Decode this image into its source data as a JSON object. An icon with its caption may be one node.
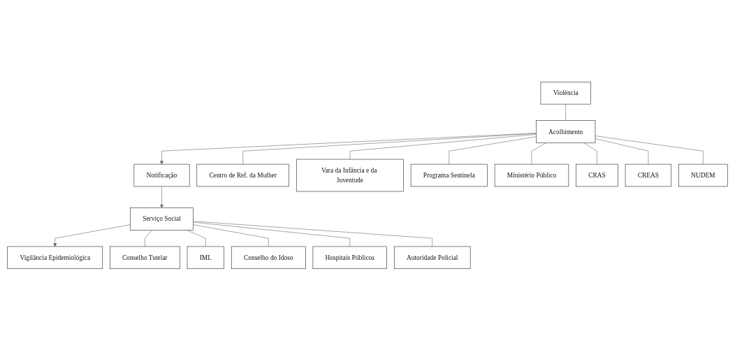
{
  "diagram": {
    "nodes": [
      {
        "text": [
          "Violência"
        ]
      },
      {
        "text": [
          "Acolhimento"
        ]
      },
      {
        "text": [
          "Notificação"
        ]
      },
      {
        "text": [
          "Serviço Social"
        ]
      },
      {
        "text": [
          "Vigilância Epidemiológica"
        ]
      },
      {
        "text": [
          "Centro de Ref. da Mulher"
        ]
      },
      {
        "text": [
          "Vara da Infância e da Juventude"
        ]
      },
      {
        "text": [
          "Programa Sentinela"
        ]
      },
      {
        "text": [
          "Ministério Público"
        ]
      },
      {
        "text": [
          "CRAS"
        ]
      },
      {
        "text": [
          "CREAS"
        ]
      },
      {
        "text": [
          "NUDEM"
        ]
      },
      {
        "text": [
          "Conselho Tutelar"
        ]
      },
      {
        "text": [
          "IML"
        ]
      },
      {
        "text": [
          "Conselho do Idoso"
        ]
      },
      {
        "text": [
          "Hospitais Públicos"
        ]
      },
      {
        "text": [
          "Autoridade Policial"
        ]
      }
    ],
    "edges": [
      {
        "from": 0,
        "to": 1,
        "arrow": "none"
      },
      {
        "from": 1,
        "to": 2,
        "arrow": "to"
      },
      {
        "from": 2,
        "to": 3,
        "arrow": "to"
      },
      {
        "from": 3,
        "to": 4,
        "arrow": "to"
      },
      {
        "from": 1,
        "to": 5,
        "arrow": "none"
      },
      {
        "from": 1,
        "to": 6,
        "arrow": "none"
      },
      {
        "from": 1,
        "to": 7,
        "arrow": "none"
      },
      {
        "from": 1,
        "to": 8,
        "arrow": "none"
      },
      {
        "from": 1,
        "to": 9,
        "arrow": "none"
      },
      {
        "from": 1,
        "to": 10,
        "arrow": "none"
      },
      {
        "from": 1,
        "to": 11,
        "arrow": "none"
      },
      {
        "from": 3,
        "to": 12,
        "arrow": "none"
      },
      {
        "from": 3,
        "to": 13,
        "arrow": "none"
      },
      {
        "from": 3,
        "to": 14,
        "arrow": "none"
      },
      {
        "from": 3,
        "to": 15,
        "arrow": "none"
      },
      {
        "from": 3,
        "to": 16,
        "arrow": "none"
      }
    ]
  }
}
